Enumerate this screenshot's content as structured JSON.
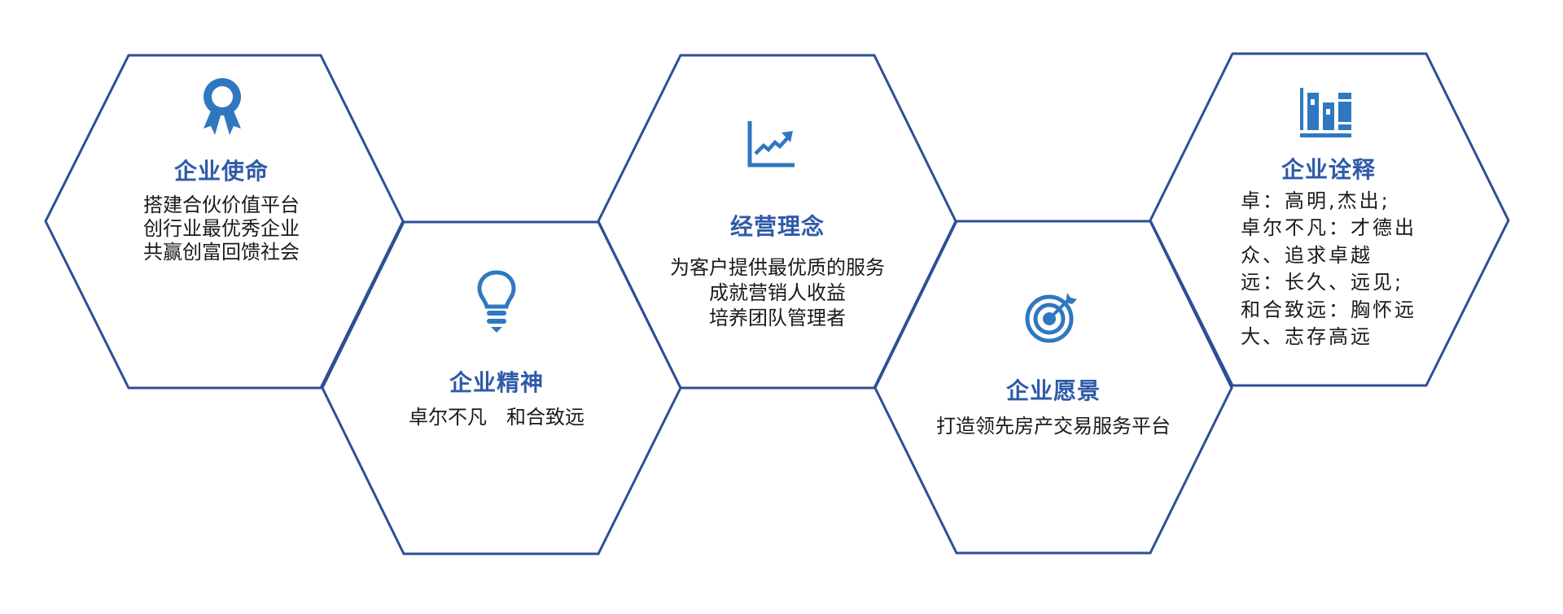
{
  "colors": {
    "stroke": "#2e4f96",
    "icon": "#2f78c0",
    "title": "#2f5aa8"
  },
  "cards": [
    {
      "icon": "award-ribbon-icon",
      "title": "企业使命",
      "lines": [
        "搭建合伙价值平台",
        "创行业最优秀企业",
        "共赢创富回馈社会"
      ]
    },
    {
      "icon": "lightbulb-icon",
      "title": "企业精神",
      "lines": [
        "卓尔不凡　和合致远"
      ]
    },
    {
      "icon": "growth-chart-icon",
      "title": "经营理念",
      "lines": [
        "为客户提供最优质的服务",
        "成就营销人收益",
        "培养团队管理者"
      ]
    },
    {
      "icon": "target-icon",
      "title": "企业愿景",
      "lines": [
        "打造领先房产交易服务平台"
      ]
    },
    {
      "icon": "books-icon",
      "title": "企业诠释",
      "lines": [
        "卓：高明,杰出;",
        "卓尔不凡：才德出",
        "众、追求卓越",
        "远：长久、远见;",
        "和合致远：胸怀远",
        "大、志存高远"
      ]
    }
  ]
}
